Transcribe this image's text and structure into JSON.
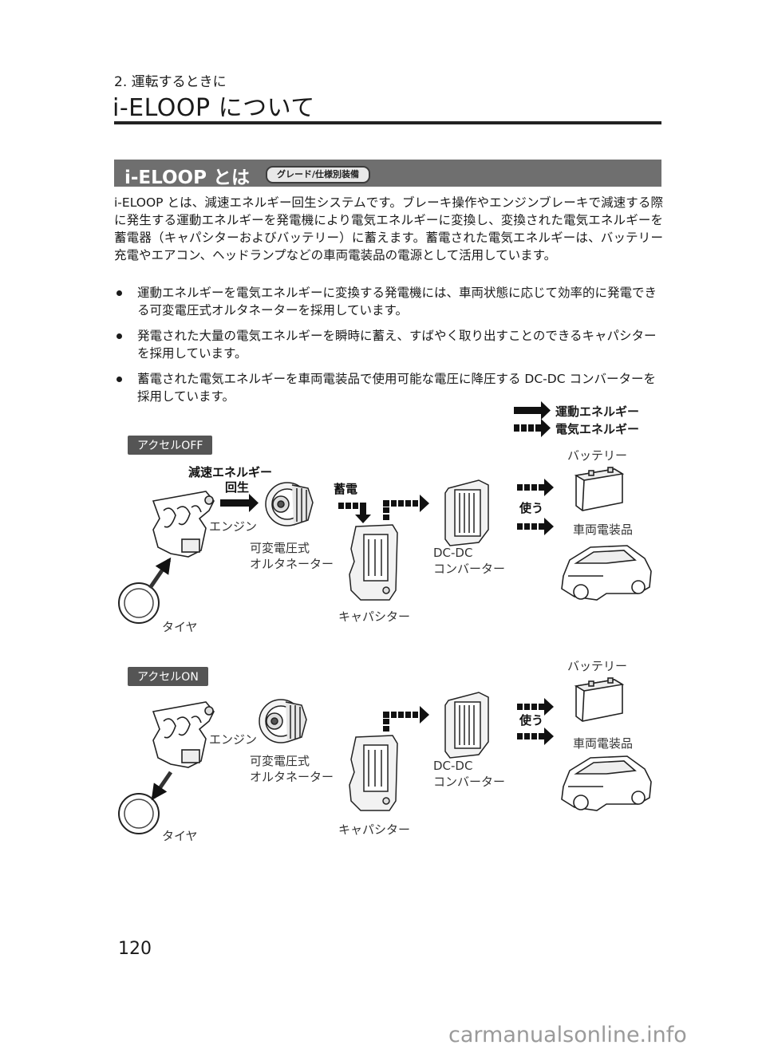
{
  "header": {
    "section_number": "2. 運転するときに",
    "title": "i-ELOOP について"
  },
  "section": {
    "title": "i-ELOOP とは",
    "badge": "グレード/仕様別装備"
  },
  "intro": "i-ELOOP とは、減速エネルギー回生システムです。ブレーキ操作やエンジンブレーキで減速する際に発生する運動エネルギーを発電機により電気エネルギーに変換し、変換された電気エネルギーを蓄電器（キャパシターおよびバッテリー）に蓄えます。蓄電された電気エネルギーは、バッテリー充電やエアコン、ヘッドランプなどの車両電装品の電源として活用しています。",
  "bullets": [
    "運動エネルギーを電気エネルギーに変換する発電機には、車両状態に応じて効率的に発電できる可変電圧式オルタネーターを採用しています。",
    "発電された大量の電気エネルギーを瞬時に蓄え、すばやく取り出すことのできるキャパシターを採用しています。",
    "蓄電された電気エネルギーを車両電装品で使用可能な電圧に降圧する DC-DC コンバーターを採用しています。"
  ],
  "legend": {
    "kinetic": "運動エネルギー",
    "electric": "電気エネルギー"
  },
  "diagram_off": {
    "tag": "アクセルOFF",
    "regen_line1": "減速エネルギー",
    "regen_line2": "回生",
    "store": "蓄電",
    "use": "使う",
    "engine": "エンジン",
    "alternator_line1": "可変電圧式",
    "alternator_line2": "オルタネーター",
    "capacitor": "キャパシター",
    "dcdc_line1": "DC-DC",
    "dcdc_line2": "コンバーター",
    "battery": "バッテリー",
    "electrical": "車両電装品",
    "tire": "タイヤ"
  },
  "diagram_on": {
    "tag": "アクセルON",
    "use": "使う",
    "engine": "エンジン",
    "alternator_line1": "可変電圧式",
    "alternator_line2": "オルタネーター",
    "capacitor": "キャパシター",
    "dcdc_line1": "DC-DC",
    "dcdc_line2": "コンバーター",
    "battery": "バッテリー",
    "electrical": "車両電装品",
    "tire": "タイヤ"
  },
  "page_number": "120",
  "footer": "carmanualsonline.info"
}
